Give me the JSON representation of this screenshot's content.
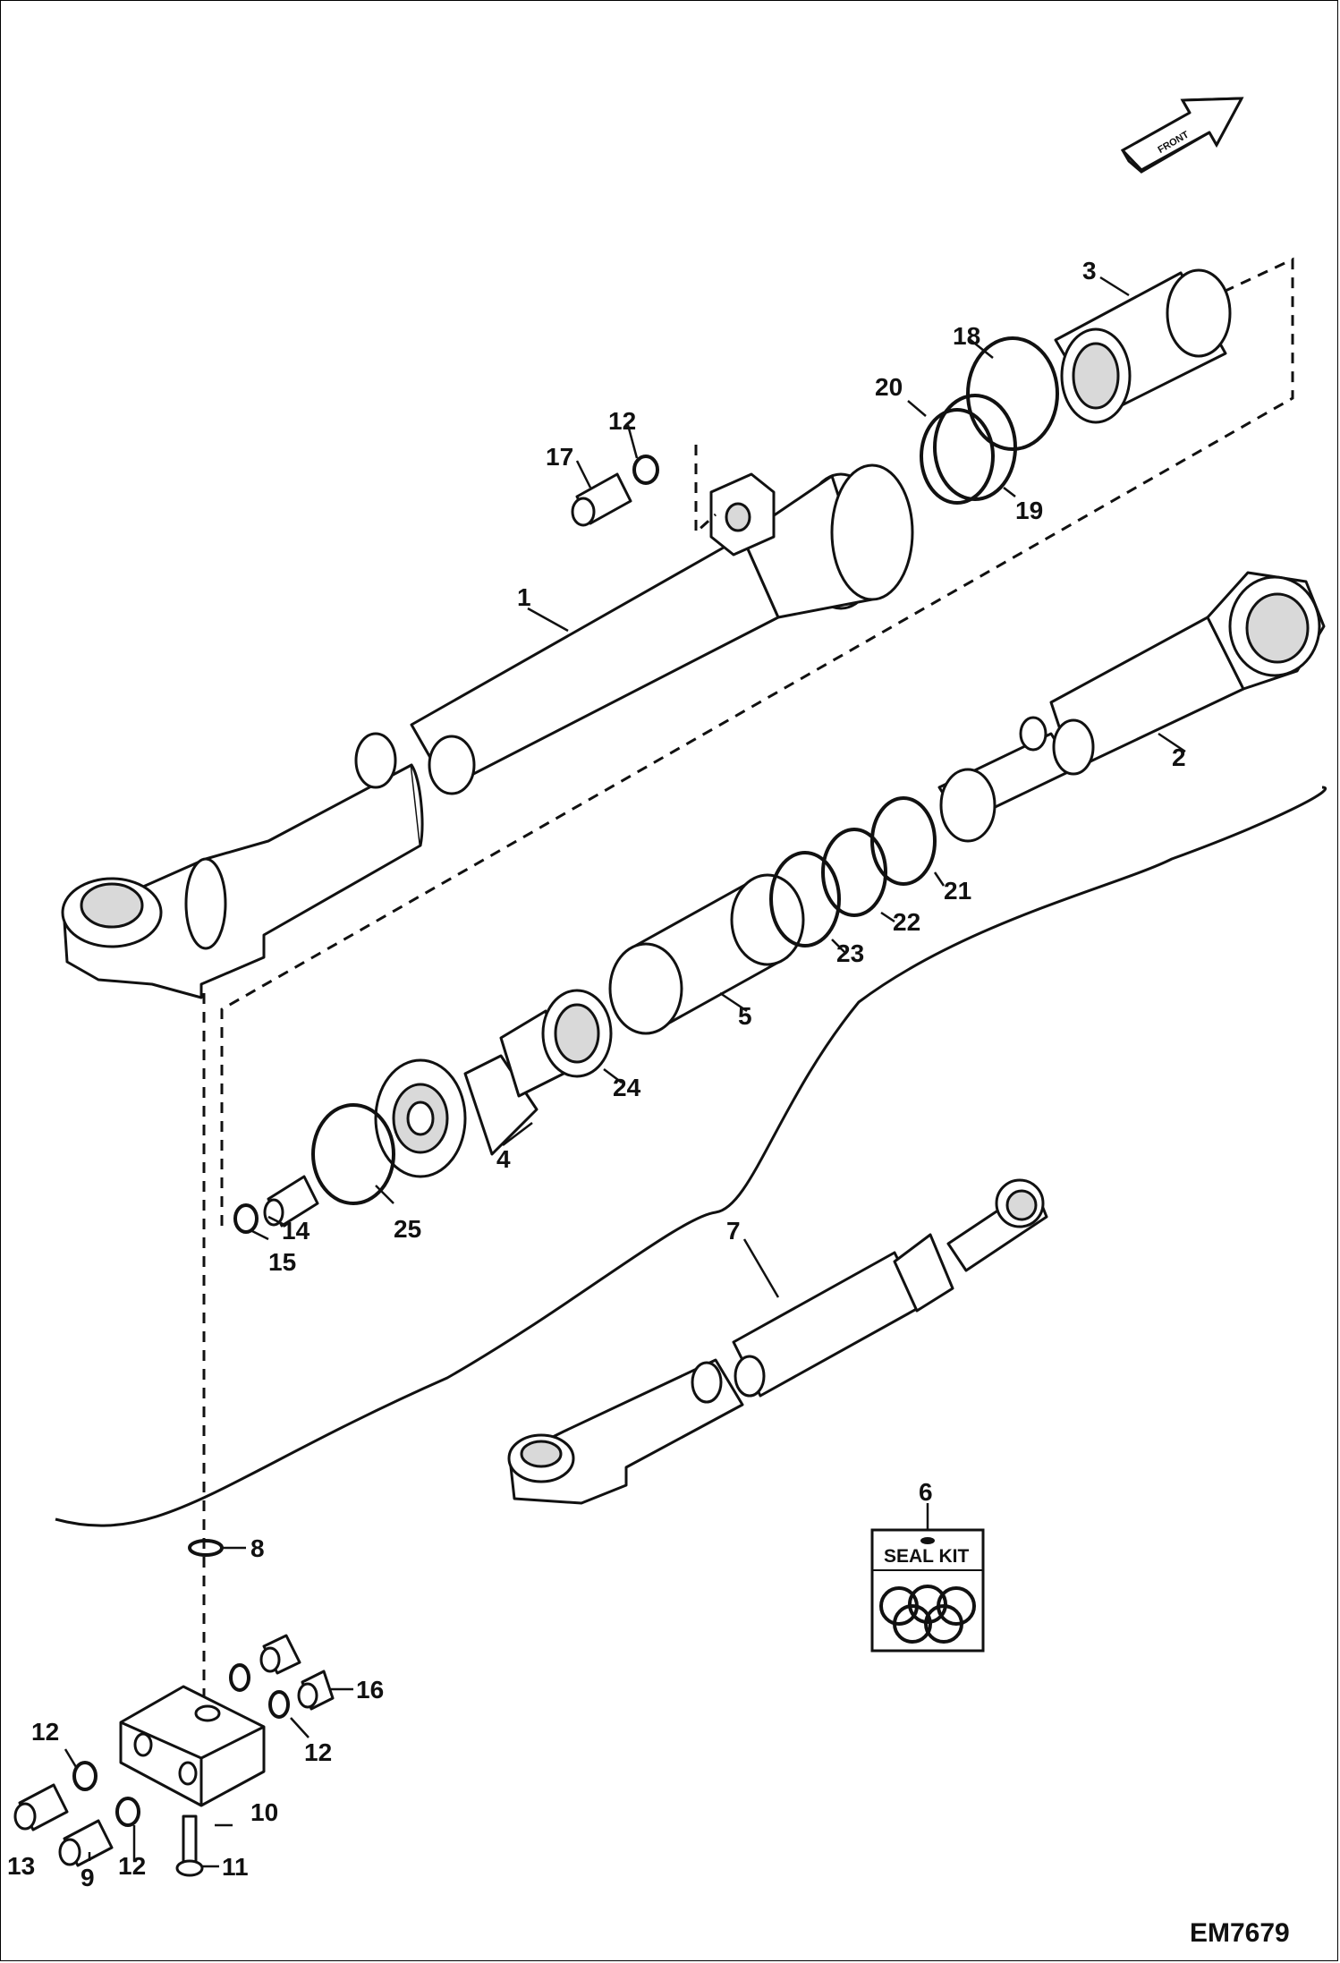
{
  "diagram_code": "EM7679",
  "orientation_arrow": {
    "label": "FRONT"
  },
  "seal_kit_label": "SEAL KIT",
  "callouts": {
    "c1": "1",
    "c2": "2",
    "c3": "3",
    "c4": "4",
    "c5": "5",
    "c6": "6",
    "c7": "7",
    "c8": "8",
    "c9": "9",
    "c10": "10",
    "c11": "11",
    "c12a": "12",
    "c12b": "12",
    "c12c": "12",
    "c12d": "12",
    "c13": "13",
    "c14": "14",
    "c15": "15",
    "c16": "16",
    "c17": "17",
    "c18": "18",
    "c19": "19",
    "c20": "20",
    "c21": "21",
    "c22": "22",
    "c23": "23",
    "c24": "24",
    "c25": "25"
  }
}
